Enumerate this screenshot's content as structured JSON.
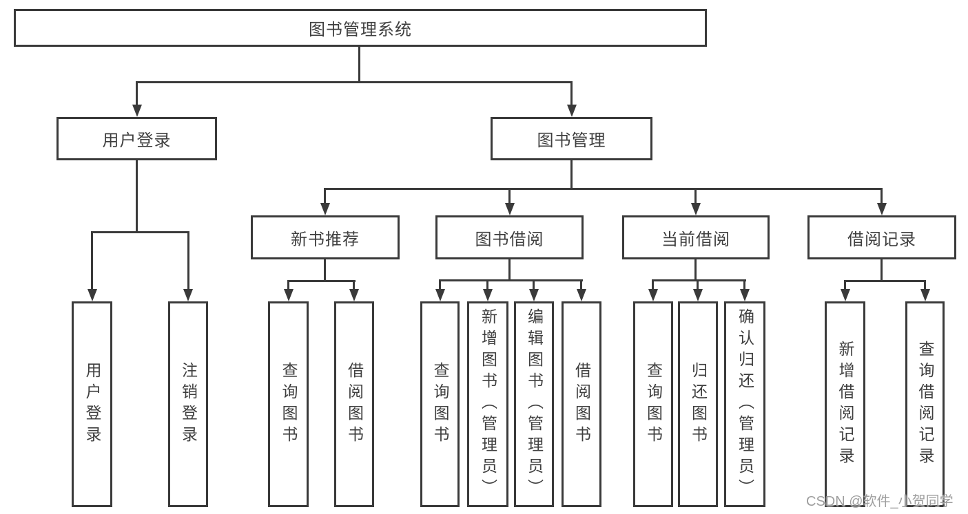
{
  "diagram": {
    "root": {
      "label": "图书管理系统"
    },
    "level2": [
      {
        "label": "用户登录",
        "children": [
          {
            "label": "用户登录"
          },
          {
            "label": "注销登录"
          }
        ]
      },
      {
        "label": "图书管理",
        "children": [
          {
            "label": "新书推荐",
            "children": [
              {
                "label": "查询图书"
              },
              {
                "label": "借阅图书"
              }
            ]
          },
          {
            "label": "图书借阅",
            "children": [
              {
                "label": "查询图书"
              },
              {
                "label": "新增图书（管理员）"
              },
              {
                "label": "编辑图书（管理员）"
              },
              {
                "label": "借阅图书"
              }
            ]
          },
          {
            "label": "当前借阅",
            "children": [
              {
                "label": "查询图书"
              },
              {
                "label": "归还图书"
              },
              {
                "label": "确认归还（管理员）"
              }
            ]
          },
          {
            "label": "借阅记录",
            "children": [
              {
                "label": "新增借阅记录"
              },
              {
                "label": "查询借阅记录"
              }
            ]
          }
        ]
      }
    ]
  },
  "watermark": {
    "text": "CSDN @软件_小贺同学"
  },
  "colors": {
    "line": "#3a3a3a",
    "text": "#3f3f3f",
    "watermark": "#9e9e9e",
    "background": "#ffffff"
  }
}
